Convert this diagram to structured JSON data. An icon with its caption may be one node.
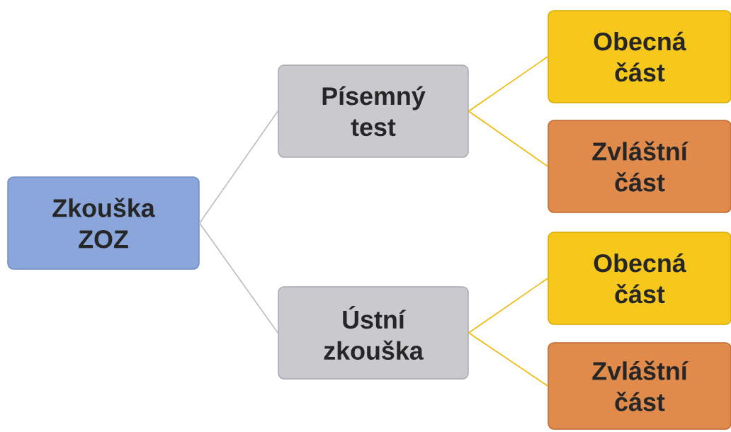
{
  "diagram": {
    "nodes": [
      {
        "text": [
          "Zkouška ZOZ"
        ]
      },
      {
        "text": [
          "Písemný test"
        ]
      },
      {
        "text": [
          "Obecná část"
        ]
      },
      {
        "text": [
          "Zvláštní část"
        ]
      },
      {
        "text": [
          "Ústní zkouška"
        ]
      },
      {
        "text": [
          "Obecná část"
        ]
      },
      {
        "text": [
          "Zvláštní část"
        ]
      }
    ],
    "edges": [
      {
        "from": 0,
        "to": 1,
        "arrow": "none",
        "color": "#bdbdbd"
      },
      {
        "from": 0,
        "to": 4,
        "arrow": "none",
        "color": "#bdbdbd"
      },
      {
        "from": 1,
        "to": 2,
        "arrow": "none",
        "color": "#f2b800"
      },
      {
        "from": 1,
        "to": 3,
        "arrow": "none",
        "color": "#f2b800"
      },
      {
        "from": 4,
        "to": 5,
        "arrow": "none",
        "color": "#f2b800"
      },
      {
        "from": 4,
        "to": 6,
        "arrow": "none",
        "color": "#f2b800"
      }
    ]
  }
}
